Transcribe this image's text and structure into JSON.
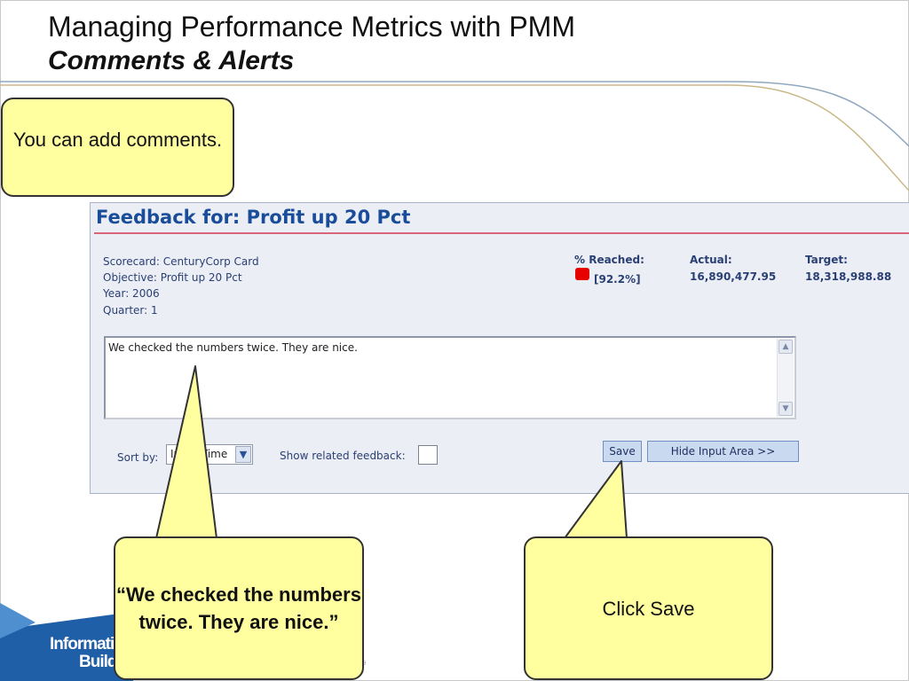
{
  "slide": {
    "title": "Managing Performance Metrics with PMM",
    "subtitle": "Comments & Alerts"
  },
  "callouts": {
    "add_comments": "You can add comments.",
    "quote": "“We checked the numbers twice. They are nice.”",
    "click_save": "Click Save"
  },
  "feedback": {
    "title": "Feedback for: Profit up 20 Pct",
    "scorecard": "Scorecard: CenturyCorp Card",
    "objective": "Objective: Profit up 20 Pct",
    "year": "Year: 2006",
    "quarter": "Quarter: 1",
    "pct_reached_label": "% Reached:",
    "pct_reached_value": "[92.2%]",
    "status_color": "#e60000",
    "actual_label": "Actual:",
    "actual_value": "16,890,477.95",
    "target_label": "Target:",
    "target_value": "18,318,988.88",
    "comment_text": "We checked the numbers twice. They are nice.",
    "sort_label": "Sort by:",
    "sort_selected": "Input Time",
    "related_label": "Show related feedback:",
    "save_label": "Save",
    "hide_label": "Hide Input Area >>"
  },
  "logo": {
    "line1": "Information",
    "line2": "Builders"
  }
}
